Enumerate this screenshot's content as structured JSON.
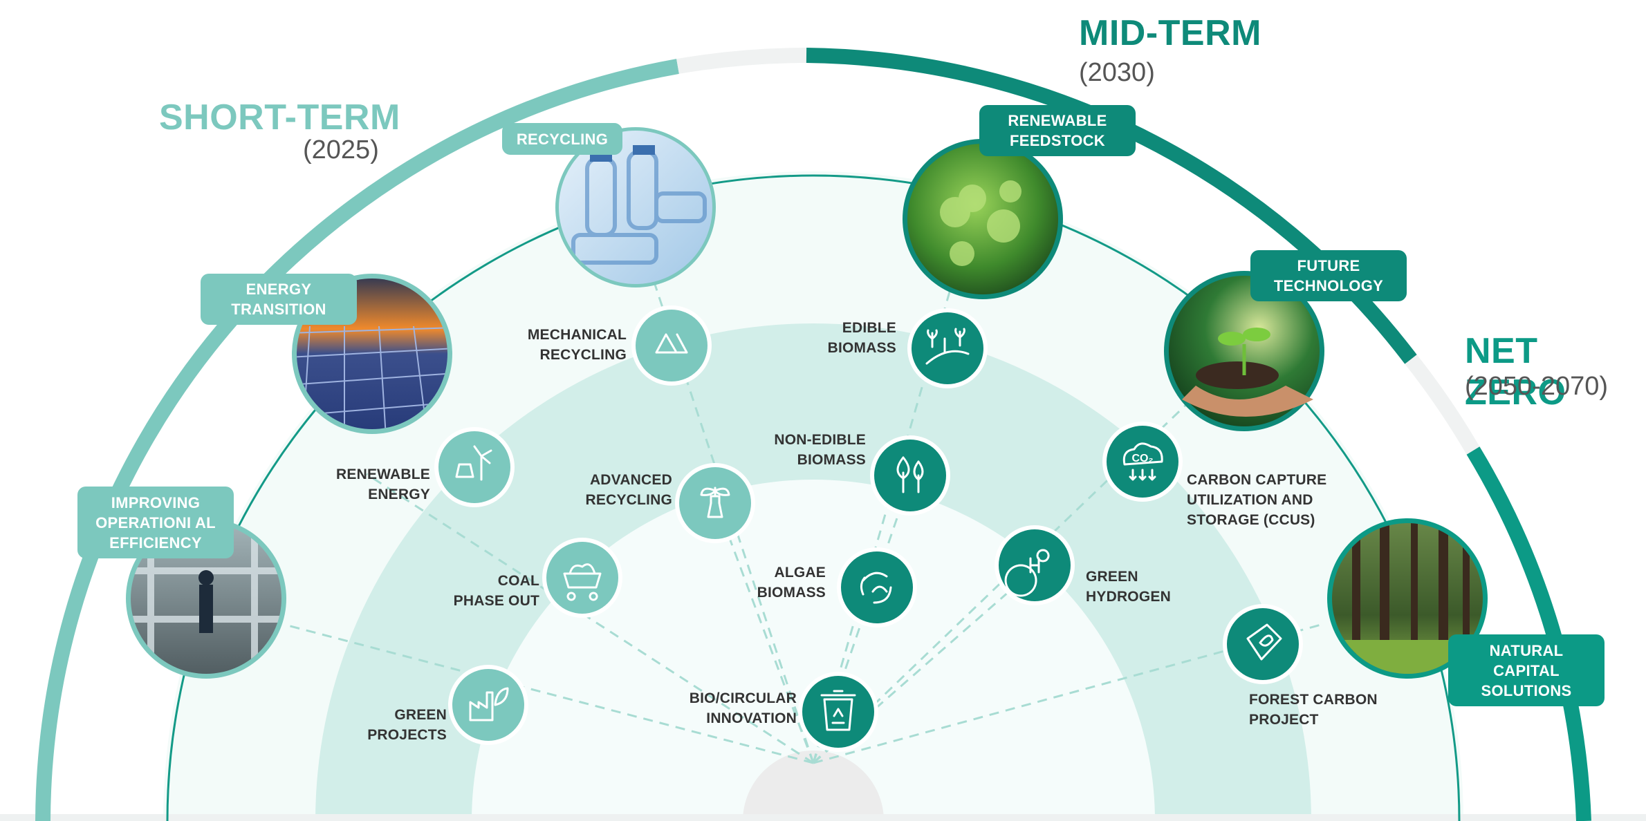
{
  "phases": [
    {
      "id": "short",
      "title": "SHORT-TERM",
      "year": "(2025)",
      "color": "#7cc8be"
    },
    {
      "id": "mid",
      "title": "MID-TERM",
      "year": "(2030)",
      "color": "#0e8a79"
    },
    {
      "id": "netzero",
      "title": "NET ZERO",
      "year": "(2050-2070)",
      "color": "#0c9a86"
    }
  ],
  "tags": {
    "recycling": "RECYCLING",
    "energy_transition": "ENERGY\nTRANSITION",
    "improving_efficiency": "IMPROVING\nOPERATIONI AL\nEFFICIENCY",
    "renewable_feedstock": "RENEWABLE\nFEEDSTOCK",
    "future_technology": "FUTURE\nTECHNOLOGY",
    "natural_capital": "NATURAL\nCAPITAL\nSOLUTIONS"
  },
  "labels": {
    "mechanical_recycling": "MECHANICAL\nRECYCLING",
    "renewable_energy": "RENEWABLE\nENERGY",
    "advanced_recycling": "ADVANCED\nRECYCLING",
    "coal_phase_out": "COAL\nPHASE OUT",
    "green_projects": "GREEN\nPROJECTS",
    "edible_biomass": "EDIBLE\nBIOMASS",
    "non_edible_biomass": "NON-EDIBLE\nBIOMASS",
    "algae_biomass": "ALGAE\nBIOMASS",
    "bio_circular": "BIO/CIRCULAR\nINNOVATION",
    "ccus": "CARBON CAPTURE\nUTILIZATION AND\nSTORAGE (CCUS)",
    "green_hydrogen": "GREEN\nHYDROGEN",
    "forest_carbon": "FOREST CARBON\nPROJECT"
  },
  "icons": {
    "mechanical_recycling": "recycle-icon",
    "renewable_energy": "solar-wind-icon",
    "advanced_recycling": "flask-sprout-icon",
    "coal_phase_out": "coal-cart-icon",
    "green_projects": "factory-leaf-icon",
    "edible_biomass": "crop-field-icon",
    "non_edible_biomass": "trees-icon",
    "algae_biomass": "algae-recycle-icon",
    "bio_circular": "recycle-bin-icon",
    "ccus": "co2-cloud-icon",
    "green_hydrogen": "hydrogen-icon",
    "forest_carbon": "leaf-tag-icon"
  },
  "colors": {
    "light_teal": "#7cc8be",
    "dark_teal": "#0e8a79",
    "band": "#d2eee9",
    "pale": "#f3fbf9"
  }
}
